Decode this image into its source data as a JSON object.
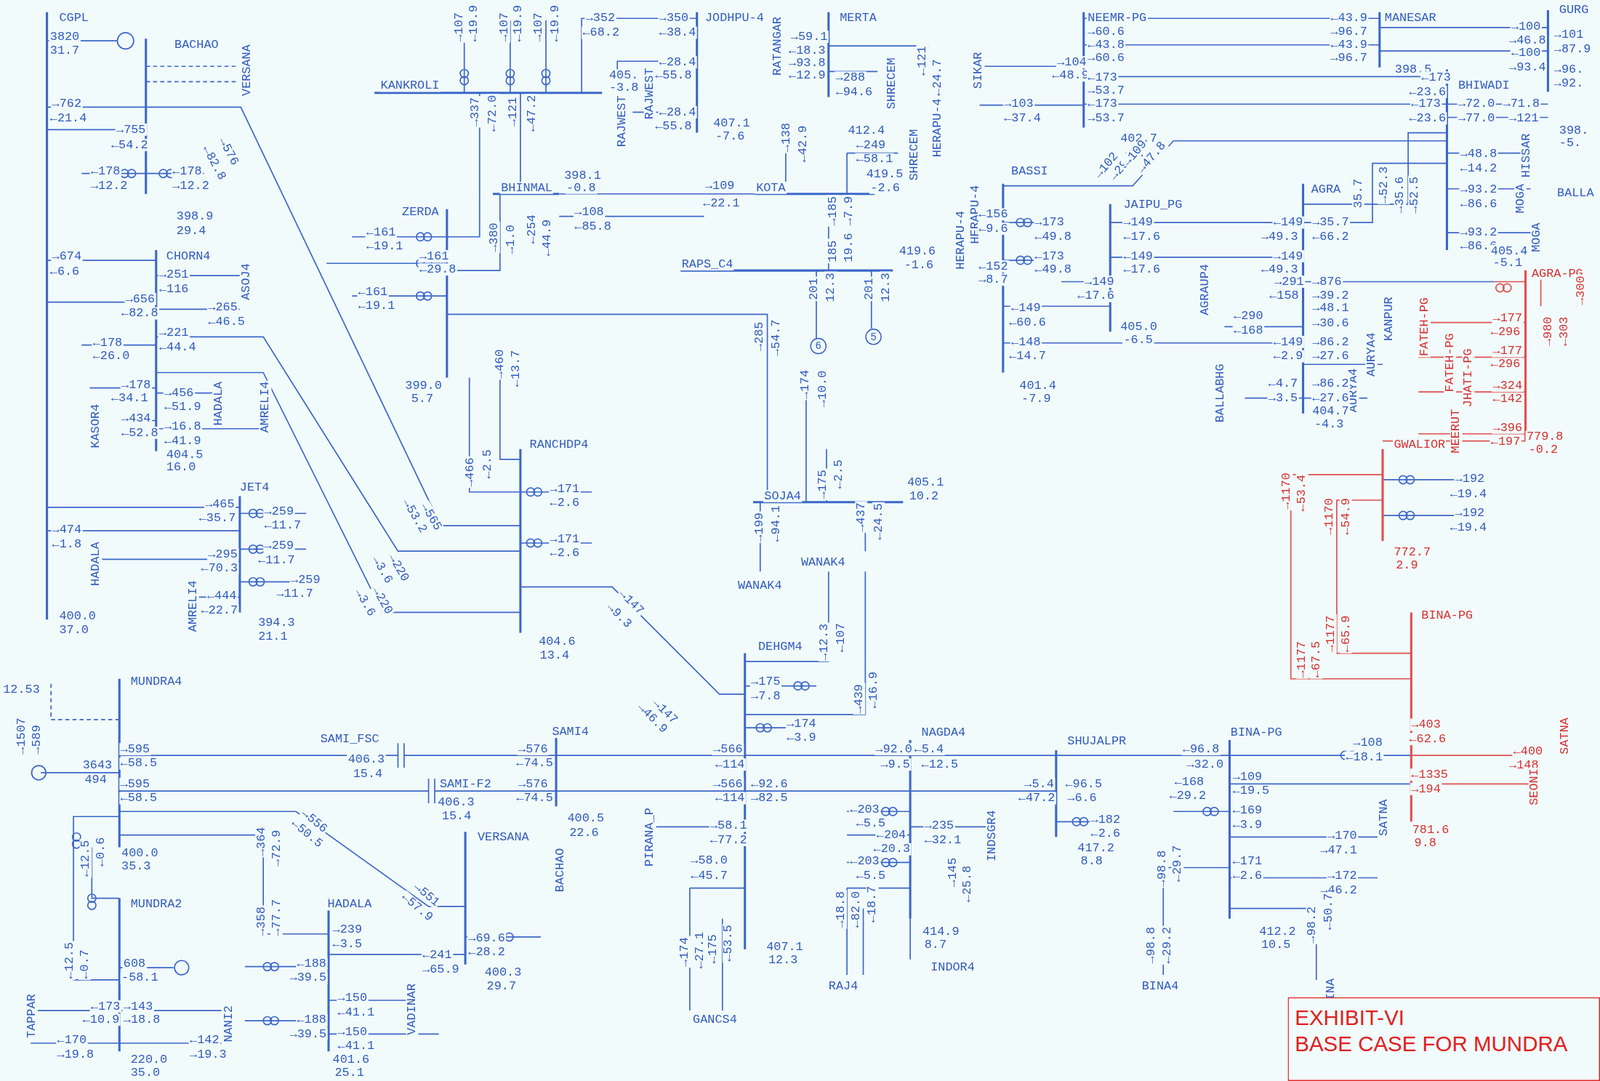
{
  "diagram": {
    "nodes": [
      {
        "text": [
          "6"
        ]
      },
      {
        "text": [
          "5"
        ]
      },
      {
        "text": [
          "EXHIBIT-VI",
          "BASE CASE FOR MUNDRA"
        ]
      }
    ],
    "labels": [
      "CGPL",
      "3820",
      "31.7",
      "BACHAO",
      "VERSANA",
      "→762",
      "←21.4",
      "→755",
      "←54.2",
      "→576",
      "←82.8",
      "←178",
      "→12.2",
      "←178",
      "→12.2",
      "398.9",
      "29.4",
      "→674",
      "←6.6",
      "CHORN4",
      "→251",
      "←116",
      "ASOJ4",
      "→656",
      "←82.8",
      "→265",
      "←46.5",
      "→221",
      "←44.4",
      "←178",
      "←26.0",
      "→178",
      "←34.1",
      "→456",
      "←51.9",
      "HADALA",
      "→434",
      "←52.8",
      "→16.8",
      "←41.9",
      "404.5",
      "16.0",
      "KASOR4",
      "AMRELI4",
      "JET4",
      "→465",
      "←35.7",
      "→259",
      "←11.7",
      "→474",
      "←1.8",
      "→295",
      "←70.3",
      "→259",
      "←11.7",
      "HADALA",
      "AMRELI4",
      "→259",
      "→11.7",
      "←444",
      "←22.7",
      "400.0",
      "37.0",
      "394.3",
      "21.1",
      "→107",
      "←19.9",
      "→107",
      "←19.9",
      "→107",
      "←19.9",
      "KANKROLI",
      "→337",
      "←72.0",
      "→121",
      "←47.2",
      "→352",
      "←68.2",
      "→350",
      "JODHPU-4",
      "←38.4",
      "RAJWEST",
      "RAJWEST",
      "405.",
      "-3.8",
      "←28.4",
      "←55.8",
      "←28.4",
      "←55.8",
      "RATANGAR",
      "→59.1",
      "←18.3",
      "→93.8",
      "←12.9",
      "MERTA",
      "→288",
      "←94.6",
      "SHRECEM",
      "←121",
      "←24.7",
      "HERAPU-4",
      "407.1",
      "-7.6",
      "→138",
      "←42.9",
      "412.4",
      "←249",
      "←58.1",
      "SHRECEM",
      "419.5",
      "-2.6",
      "KOTA",
      "→185",
      "→7.9",
      "398.1",
      "-0.8",
      "BHINMAL",
      "→109",
      "←22.1",
      "→108",
      "←85.8",
      "←254",
      "←44.9",
      "ZERDA",
      "←161",
      "←19.1",
      "→161",
      "←29.8",
      "←161",
      "←19.1",
      "→380",
      "→1.0",
      "RAPS_C4",
      "185",
      "19.6",
      "419.6",
      "-1.6",
      "201",
      "12.3",
      "201",
      "12.3",
      "399.0",
      "5.7",
      "→460",
      "←13.7",
      "→285",
      "→54.7",
      "RANCHDP4",
      "→466",
      "←2.5",
      "→171",
      "←2.6",
      "→171",
      "←2.6",
      "→174",
      "→10.0",
      "→175",
      "←2.5",
      "SOJA4",
      "405.1",
      "10.2",
      "→199",
      "←94.1",
      "→437",
      "←24.5",
      "WANAK4",
      "WANAK4",
      "→565",
      "→53.2",
      "→220",
      "→3.6",
      "→220",
      "→3.6",
      "→147",
      "→9.3",
      "→147",
      "→46.9",
      "404.6",
      "13.4",
      "DEHGM4",
      "→12.3",
      "←107",
      "→439",
      "←16.9",
      "→175",
      "→7.8",
      "→174",
      "←3.9",
      "→566",
      "←114",
      "→566",
      "←92.6",
      "←114",
      "→82.5",
      "→58.1",
      "←77.2",
      "PIRANA_P",
      "→58.0",
      "←45.7",
      "→174",
      "←27.1",
      "←175",
      "←53.5",
      "407.1",
      "12.3",
      "GANCS4",
      "12.53",
      "→1507",
      "→589",
      "MUNDRA4",
      "3643",
      "494",
      "→595",
      "←58.5",
      "SAMI_FSC",
      "406.3",
      "15.4",
      "→576",
      "←74.5",
      "SAMI4",
      "→595",
      "←58.5",
      "SAMI-F2",
      "406.3",
      "15.4",
      "→576",
      "←74.5",
      "400.5",
      "22.6",
      "→556",
      "←50.5",
      "→551",
      "←57.9",
      "→364",
      "→72.9",
      "→358",
      "→77.7",
      "HADALA",
      "→239",
      "←3.5",
      "←12.5",
      "←0.6",
      "400.0",
      "35.3",
      "MUNDRA2",
      "VERSANA",
      "BACHAO",
      "→69.6",
      "←28.2",
      "←241",
      "→65.9",
      "←188",
      "→39.5",
      "←12.5",
      "←0.7",
      "608",
      "-58.1",
      "VADINAR",
      "400.3",
      "29.7",
      "→150",
      "←41.1",
      "←188",
      "→39.5",
      "→150",
      "←41.1",
      "401.6",
      "25.1",
      "TAPPAR",
      "←173",
      "→143",
      "←10.9",
      "→18.8",
      "NANI2",
      "←170",
      "→19.8",
      "←142",
      "→19.3",
      "220.0",
      "35.0",
      "NAGDA4",
      "→92.0",
      "→9.5",
      "←5.4",
      "←12.5",
      "←203",
      "←5.5",
      "←204",
      "←20.3",
      "←203",
      "←5.5",
      "→235",
      "←32.1",
      "INDSGR4",
      "→145",
      "←25.8",
      "→18.8",
      "←82.0",
      "←18.7",
      "414.9",
      "8.7",
      "RAJ4",
      "INDOR4",
      "SHUJALPR",
      "→5.4",
      "←47.2",
      "←96.5",
      "→6.6",
      "→182",
      "←2.6",
      "417.2",
      "8.8",
      "BINA-PG",
      "←96.8",
      "→32.0",
      "→109",
      "←19.5",
      "←168",
      "←29.2",
      "←169",
      "←3.9",
      "→170",
      "→47.1",
      "←171",
      "←2.6",
      "→172",
      "→46.2",
      "→98.8",
      "←29.7",
      "→98.8",
      "←29.2",
      "412.2",
      "10.5",
      "→98.2",
      "←50.7",
      "BINA4",
      "JP-BINA",
      "SATNA",
      "→108",
      "←18.1",
      "→403",
      "←62.6",
      "SATNA",
      "←400",
      "→148",
      "←1335",
      "→194",
      "SEONI",
      "781.6",
      "9.8",
      "BINA-PG",
      "→1177",
      "←67.5",
      "→1177",
      "←65.9",
      "→1170",
      "←53.4",
      "→1170",
      "←54.9",
      "GWALIOR",
      "→192",
      "←19.4",
      "→192",
      "←19.4",
      "772.7",
      "2.9",
      "AGRA-PG",
      "FATEH-PG",
      "FATEH-PG",
      "JHATI-PG",
      "MEERUT",
      "→177",
      "←296",
      "→177",
      "←296",
      "→324",
      "←142",
      "→396",
      "←197",
      "→980",
      "←303",
      "→300",
      "779.8",
      "-0.2",
      "SIKAR",
      "→104",
      "←48.9",
      "→103",
      "←37.4",
      "NEEMR-PG",
      "→60.6",
      "←43.8",
      "→60.6",
      "←173",
      "→53.7",
      "←173",
      "→53.7",
      "←43.9",
      "→96.7",
      "←43.9",
      "→96.7",
      "MANESAR",
      "→100",
      "→46.8",
      "←100",
      "→93.4",
      "GURG",
      "→101",
      "→87.9",
      "→96.",
      "→92.",
      "398.5",
      "←173",
      "←23.6",
      "BHIWADI",
      "←173",
      "→72.0",
      "→71.8",
      "←23.6",
      "→77.0",
      "→121",
      "398.",
      "-5.",
      "BALLA",
      "→48.8",
      "←14.2",
      "→93.2",
      "←86.6",
      "→93.2",
      "←86.6",
      "HISSAR",
      "MOGA",
      "MOGA",
      "405.4",
      "-5.1",
      "402.7",
      "-5.",
      "BASSI",
      "→102",
      "→29.0",
      "→109",
      "→47.8",
      "HERAPU-4",
      "HERAPU-4",
      "←156",
      "←9.6",
      "→173",
      "←49.8",
      "←152",
      "→8.7",
      "←173",
      "←49.8",
      "JAIPU_PG",
      "→149",
      "←17.6",
      "←149",
      "←17.6",
      "→149",
      "←17.6",
      "←149",
      "←60.6",
      "←148",
      "←14.7",
      "405.0",
      "-6.5",
      "401.4",
      "-7.9",
      "AGRA",
      "←149",
      "→35.7",
      "→49.3",
      "←66.2",
      "→149",
      "←49.3",
      "AGRAUP4",
      "→291",
      "→876",
      "←158",
      "→39.2",
      "→48.1",
      "→30.6",
      "←290",
      "←168",
      "KANPUR",
      "←149",
      "→86.2",
      "←2.9",
      "→27.6",
      "AURYA4",
      "AURYA4",
      "BALLABHG",
      "←4.7",
      "→86.2",
      "→3.5",
      "←27.6",
      "404.7",
      "-4.3",
      "35.7",
      "→52.3",
      "→35.6",
      "→52.5"
    ]
  }
}
